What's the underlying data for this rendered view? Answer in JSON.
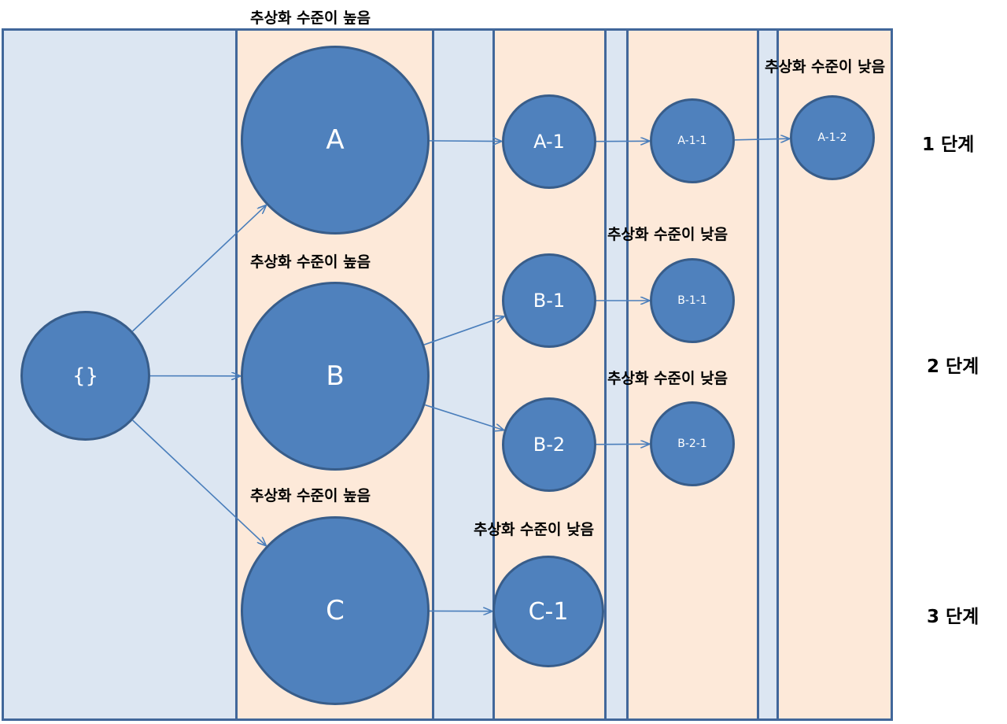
{
  "diagram": {
    "root": {
      "label": "{}"
    },
    "level1": [
      {
        "id": "A",
        "label": "A"
      },
      {
        "id": "B",
        "label": "B"
      },
      {
        "id": "C",
        "label": "C"
      }
    ],
    "level2": [
      {
        "id": "A-1",
        "label": "A-1"
      },
      {
        "id": "B-1",
        "label": "B-1"
      },
      {
        "id": "B-2",
        "label": "B-2"
      },
      {
        "id": "C-1",
        "label": "C-1"
      }
    ],
    "level3": [
      {
        "id": "A-1-1",
        "label": "A-1-1"
      },
      {
        "id": "B-1-1",
        "label": "B-1-1"
      },
      {
        "id": "B-2-1",
        "label": "B-2-1"
      },
      {
        "id": "A-1-2",
        "label": "A-1-2"
      }
    ],
    "abstraction_labels": {
      "high_top": "추상화 수준이 높음",
      "high_mid": "추상화 수준이 높음",
      "high_bottom": "추상화 수준이 높음",
      "low_a12": "추상화 수준이 낮음",
      "low_b11": "추상화 수준이 낮음",
      "low_b21": "추상화 수준이 낮음",
      "low_c1": "추상화 수준이 낮음"
    },
    "stages": [
      "1 단계",
      "2 단계",
      "3 단계"
    ],
    "colors": {
      "node_fill": "#4f81bd",
      "node_border": "#385d8a",
      "band_blue": "#dce6f2",
      "band_peach": "#fde9d9",
      "band_border": "#41679a",
      "arrow": "#4a7ebb"
    },
    "edges": [
      [
        "{}",
        "A"
      ],
      [
        "{}",
        "B"
      ],
      [
        "{}",
        "C"
      ],
      [
        "A",
        "A-1"
      ],
      [
        "B",
        "B-1"
      ],
      [
        "B",
        "B-2"
      ],
      [
        "C",
        "C-1"
      ],
      [
        "A-1",
        "A-1-1"
      ],
      [
        "A-1-1",
        "A-1-2"
      ],
      [
        "B-1",
        "B-1-1"
      ],
      [
        "B-2",
        "B-2-1"
      ]
    ]
  }
}
